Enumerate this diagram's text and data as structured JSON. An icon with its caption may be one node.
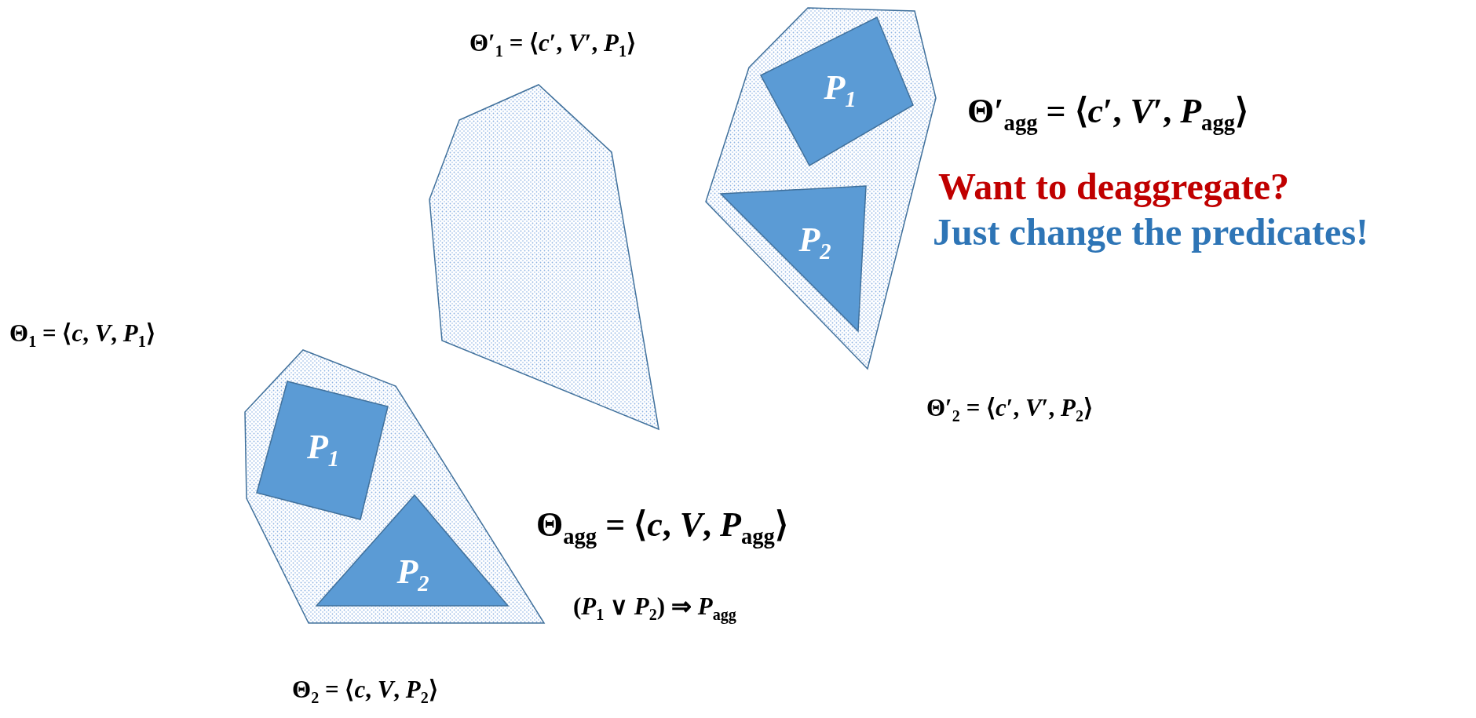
{
  "diagram": {
    "nodes": [
      {
        "text": [],
        "shape": "polygon"
      },
      {
        "text": [
          "P$_{1}$"
        ],
        "in": 0
      },
      {
        "text": [
          "P$_{2}$"
        ],
        "in": 0
      },
      {
        "text": [],
        "shape": "polygon"
      },
      {
        "text": [],
        "shape": "polygon"
      },
      {
        "text": [
          "P$_{1}$"
        ],
        "in": 4
      },
      {
        "text": [
          "P$_{2}$"
        ],
        "in": 4
      }
    ],
    "labels": [
      "Θ′$_{1}$ = ⟨*c*′, *V*′, *P*$_{1}$⟩",
      "Θ′$_{agg}$ = ⟨*c*′, *V*′, *P*$_{agg}$⟩",
      "Want to deaggregate?",
      "Just change the predicates!",
      "Θ′$_{2}$ = ⟨*c*′, *V*′, *P*$_{2}$⟩",
      "Θ$_{1}$ = ⟨*c*, *V*, *P*$_{1}$⟩",
      "Θ$_{agg}$ = ⟨*c*, *V*, *P*$_{agg}$⟩",
      "(*P*$_{1}$ ∨ *P*$_{2}$) ⇒ *P*$_{agg}$",
      "Θ$_{2}$ = ⟨*c*, *V*, *P*$_{2}$⟩"
    ]
  }
}
